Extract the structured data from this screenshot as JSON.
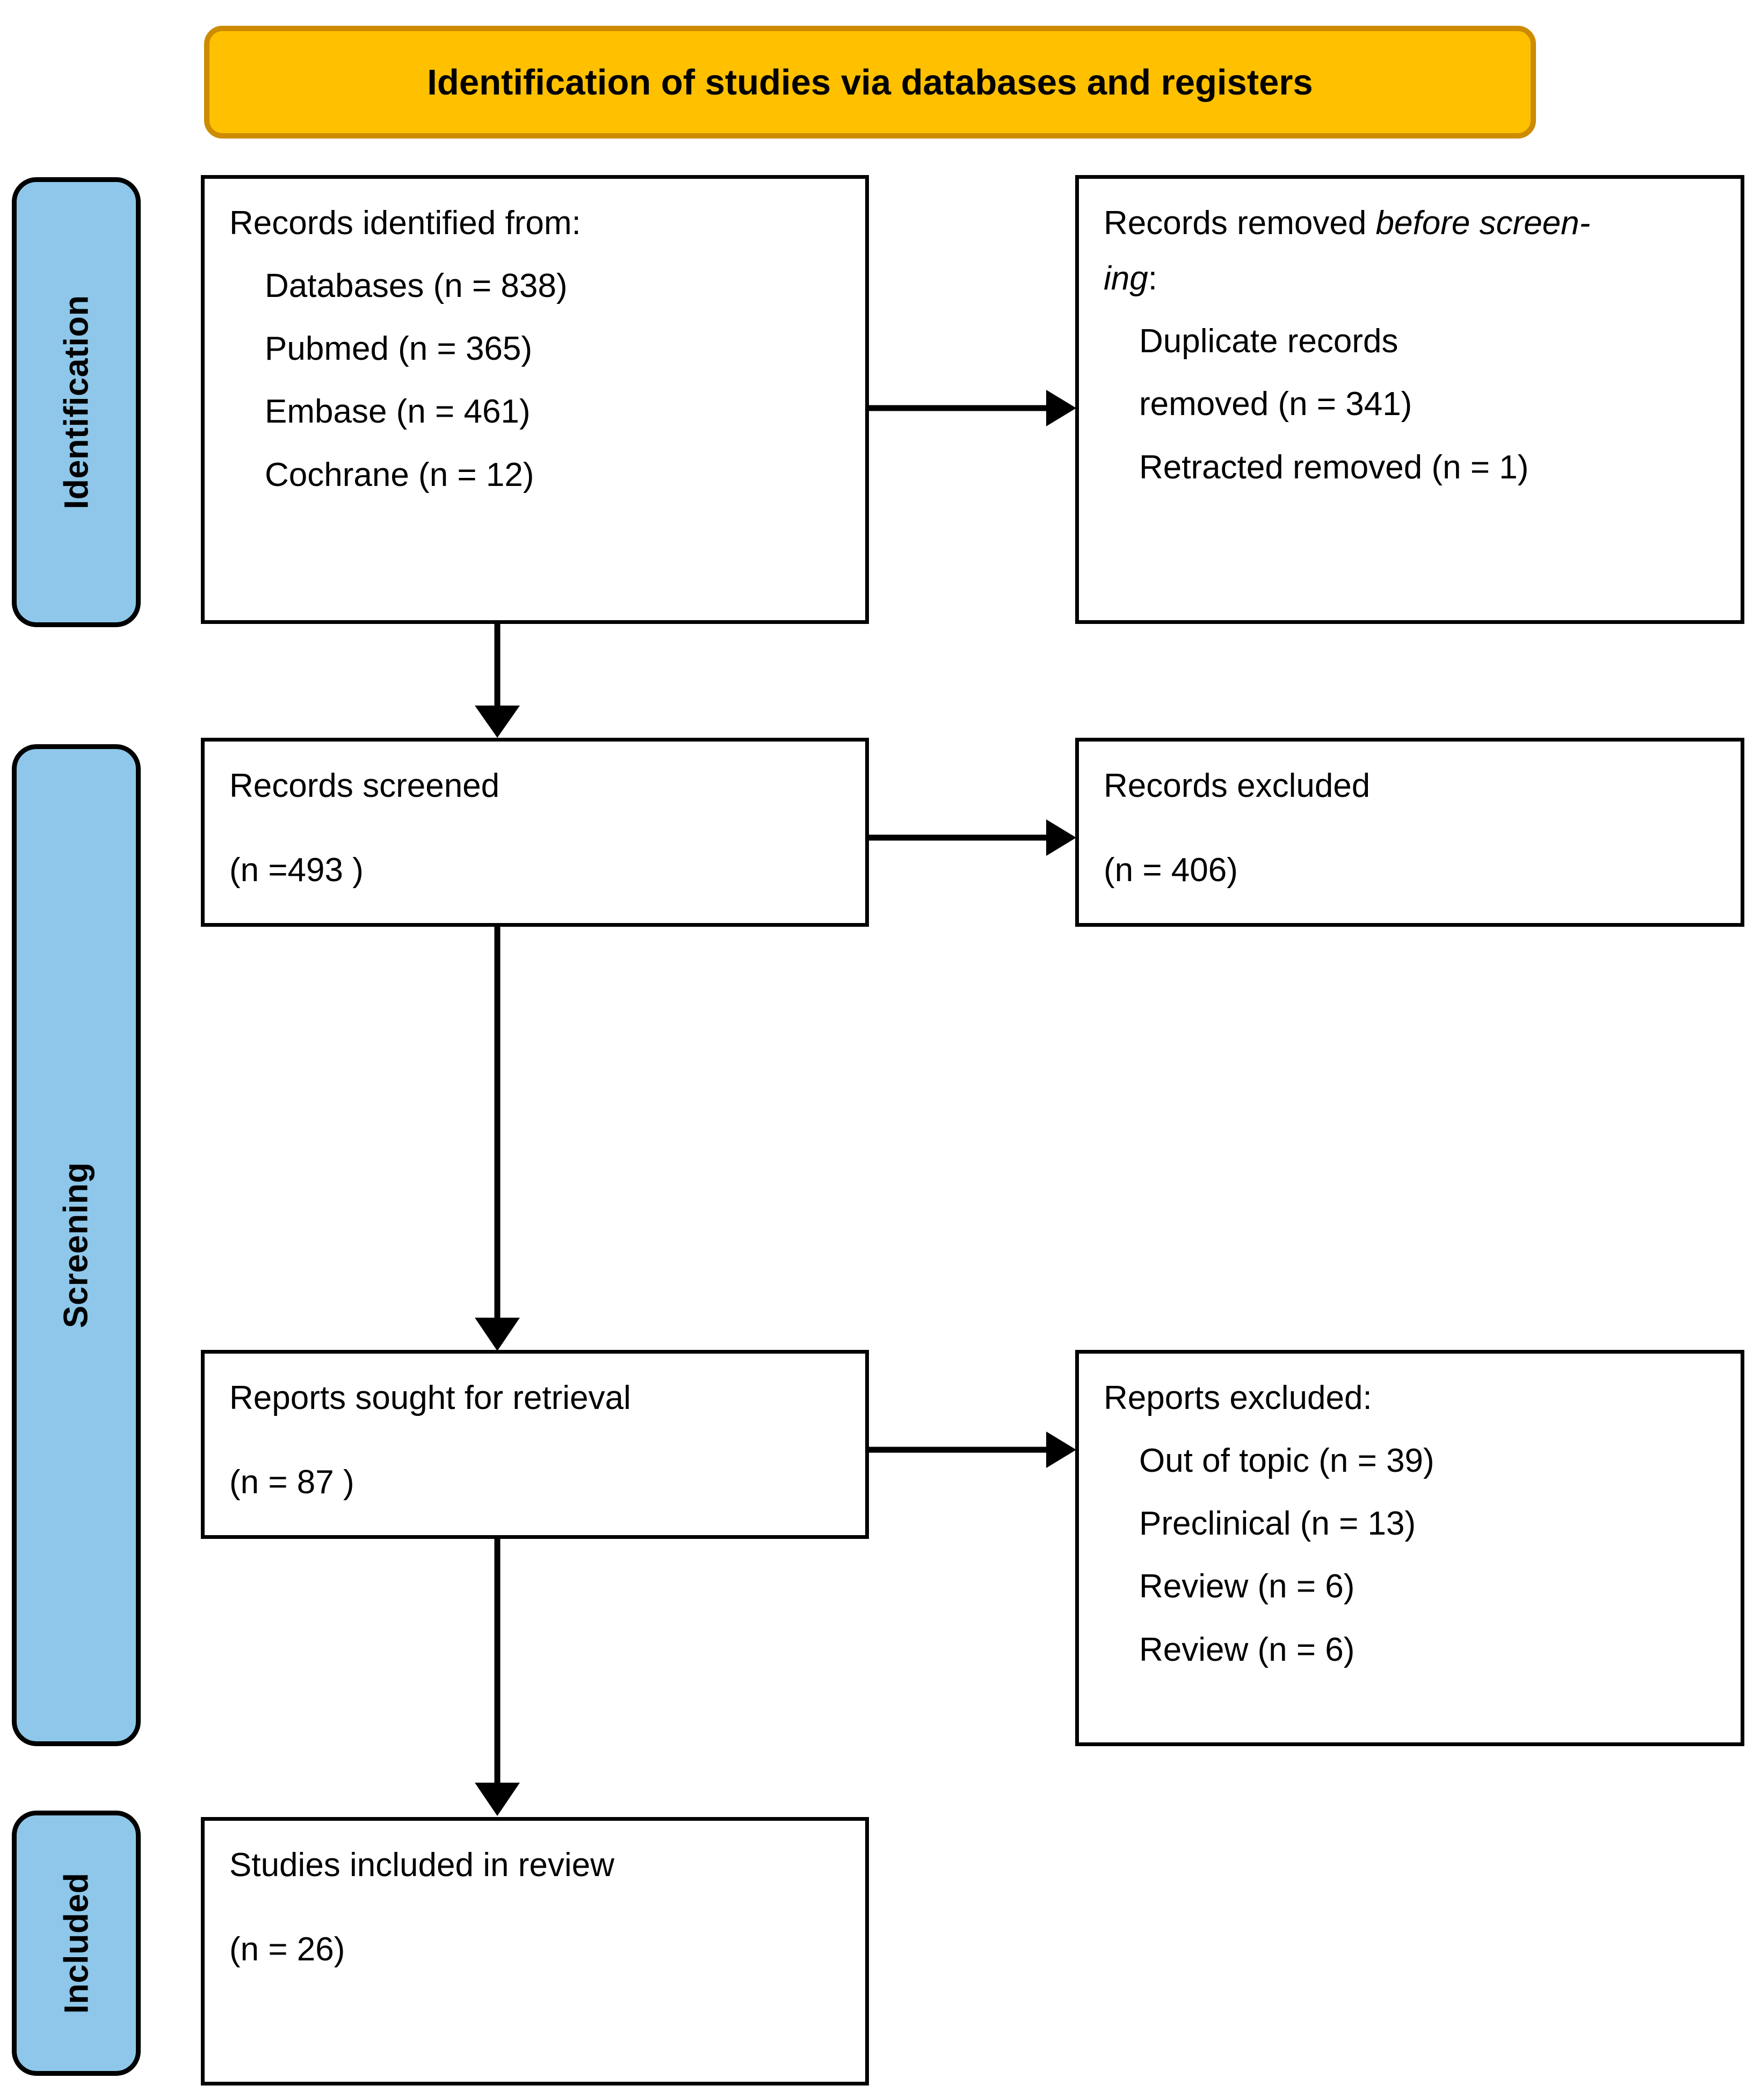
{
  "header": {
    "title": "Identification of studies via databases and registers",
    "fill_color": "#FFC000",
    "border_color": "#CC8B00"
  },
  "stages": [
    {
      "label": "Identification",
      "fill_color": "#8EC7E9"
    },
    {
      "label": "Screening",
      "fill_color": "#8EC7E9"
    },
    {
      "label": "Included",
      "fill_color": "#8EC7E9"
    }
  ],
  "boxes": {
    "identified": {
      "title": "Records identified from:",
      "items": [
        "Databases (n = 838)",
        "Pubmed (n = 365)",
        "Embase (n = 461)",
        "Cochrane (n = 12)"
      ]
    },
    "removed_before_screening": {
      "title_plain": "Records removed ",
      "title_italic_1": "before screen-",
      "title_italic_2": "ing",
      "title_colon": ":",
      "items": [
        "Duplicate records",
        "removed (n = 341)",
        "Retracted removed (n = 1)"
      ]
    },
    "records_screened": {
      "title": "Records screened",
      "count": "(n =493 )"
    },
    "records_excluded": {
      "title": "Records excluded",
      "count": "(n = 406)"
    },
    "reports_sought": {
      "title": "Reports sought for retrieval",
      "count": "(n = 87 )"
    },
    "reports_excluded": {
      "title": "Reports excluded:",
      "items": [
        "Out of topic (n = 39)",
        "Preclinical (n = 13)",
        "Review (n = 6)",
        "Review (n = 6)"
      ]
    },
    "studies_included": {
      "title": "Studies included in review",
      "count": "(n = 26)"
    }
  },
  "chart_data": {
    "type": "diagram",
    "title": "Identification of studies via databases and registers",
    "nodes": [
      {
        "id": "identified",
        "stage": "Identification",
        "label": "Records identified from:",
        "values": {
          "Databases": 838,
          "Pubmed": 365,
          "Embase": 461,
          "Cochrane": 12
        }
      },
      {
        "id": "removed_before_screening",
        "stage": "Identification",
        "label": "Records removed before screening:",
        "values": {
          "Duplicate records removed": 341,
          "Retracted removed": 1
        }
      },
      {
        "id": "records_screened",
        "stage": "Screening",
        "label": "Records screened",
        "values": {
          "n": 493
        }
      },
      {
        "id": "records_excluded",
        "stage": "Screening",
        "label": "Records excluded",
        "values": {
          "n": 406
        }
      },
      {
        "id": "reports_sought",
        "stage": "Screening",
        "label": "Reports sought for retrieval",
        "values": {
          "n": 87
        }
      },
      {
        "id": "reports_excluded",
        "stage": "Screening",
        "label": "Reports excluded:",
        "values": {
          "Out of topic": 39,
          "Preclinical": 13,
          "Review": 6,
          "Review (2)": 6
        }
      },
      {
        "id": "studies_included",
        "stage": "Included",
        "label": "Studies included in review",
        "values": {
          "n": 26
        }
      }
    ],
    "edges": [
      {
        "from": "identified",
        "to": "removed_before_screening",
        "direction": "right"
      },
      {
        "from": "identified",
        "to": "records_screened",
        "direction": "down"
      },
      {
        "from": "records_screened",
        "to": "records_excluded",
        "direction": "right"
      },
      {
        "from": "records_screened",
        "to": "reports_sought",
        "direction": "down"
      },
      {
        "from": "reports_sought",
        "to": "reports_excluded",
        "direction": "right"
      },
      {
        "from": "reports_sought",
        "to": "studies_included",
        "direction": "down"
      }
    ]
  }
}
